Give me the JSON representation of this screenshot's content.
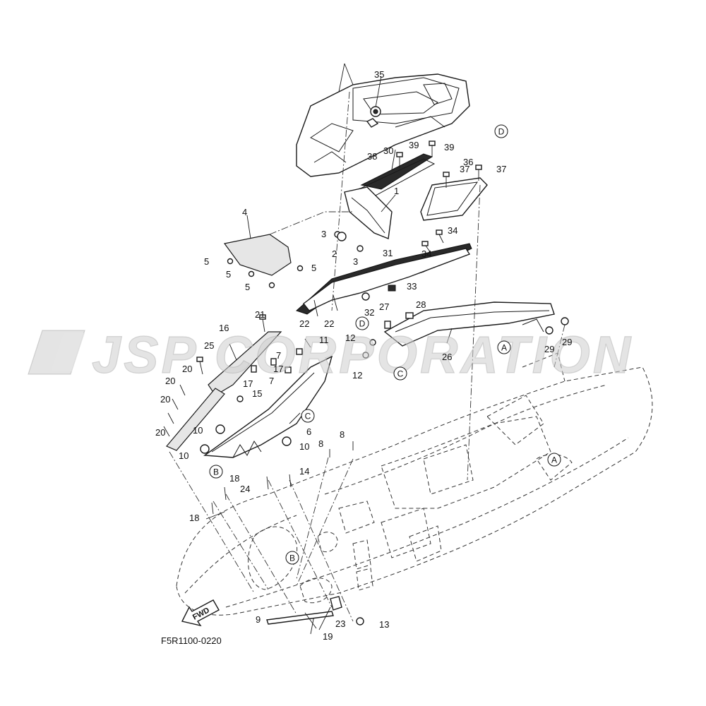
{
  "diagram": {
    "figure_code": "F5R1100-0220",
    "fwd_label": "FWD",
    "watermark_text": "JSP CORPORATION",
    "part_labels": [
      {
        "id": "p35a",
        "text": "35"
      },
      {
        "id": "p30",
        "text": "30"
      },
      {
        "id": "p39a",
        "text": "39"
      },
      {
        "id": "p39b",
        "text": "39"
      },
      {
        "id": "p38",
        "text": "38"
      },
      {
        "id": "p36",
        "text": "36"
      },
      {
        "id": "p37a",
        "text": "37"
      },
      {
        "id": "p37b",
        "text": "37"
      },
      {
        "id": "p1",
        "text": "1"
      },
      {
        "id": "p4",
        "text": "4"
      },
      {
        "id": "p3a",
        "text": "3"
      },
      {
        "id": "p3b",
        "text": "3"
      },
      {
        "id": "p2",
        "text": "2"
      },
      {
        "id": "p34a",
        "text": "34"
      },
      {
        "id": "p34b",
        "text": "34"
      },
      {
        "id": "p31",
        "text": "31"
      },
      {
        "id": "p5a",
        "text": "5"
      },
      {
        "id": "p5b",
        "text": "5"
      },
      {
        "id": "p5c",
        "text": "5"
      },
      {
        "id": "p5d",
        "text": "5"
      },
      {
        "id": "p33",
        "text": "33"
      },
      {
        "id": "p22a",
        "text": "22"
      },
      {
        "id": "p22b",
        "text": "22"
      },
      {
        "id": "p32",
        "text": "32"
      },
      {
        "id": "p27",
        "text": "27"
      },
      {
        "id": "p28",
        "text": "28"
      },
      {
        "id": "p21",
        "text": "21"
      },
      {
        "id": "p16",
        "text": "16"
      },
      {
        "id": "p11",
        "text": "11"
      },
      {
        "id": "p12a",
        "text": "12"
      },
      {
        "id": "p12b",
        "text": "12"
      },
      {
        "id": "p25",
        "text": "25"
      },
      {
        "id": "p7a",
        "text": "7"
      },
      {
        "id": "p7b",
        "text": "7"
      },
      {
        "id": "p17a",
        "text": "17"
      },
      {
        "id": "p17b",
        "text": "17"
      },
      {
        "id": "p26",
        "text": "26"
      },
      {
        "id": "p29a",
        "text": "29"
      },
      {
        "id": "p29b",
        "text": "29"
      },
      {
        "id": "p20a",
        "text": "20"
      },
      {
        "id": "p20b",
        "text": "20"
      },
      {
        "id": "p20c",
        "text": "20"
      },
      {
        "id": "p20d",
        "text": "20"
      },
      {
        "id": "p15",
        "text": "15"
      },
      {
        "id": "p6",
        "text": "6"
      },
      {
        "id": "p10a",
        "text": "10"
      },
      {
        "id": "p10b",
        "text": "10"
      },
      {
        "id": "p10c",
        "text": "10"
      },
      {
        "id": "p8a",
        "text": "8"
      },
      {
        "id": "p8b",
        "text": "8"
      },
      {
        "id": "p18a",
        "text": "18"
      },
      {
        "id": "p18b",
        "text": "18"
      },
      {
        "id": "p14",
        "text": "14"
      },
      {
        "id": "p24",
        "text": "24"
      },
      {
        "id": "p9",
        "text": "9"
      },
      {
        "id": "p23",
        "text": "23"
      },
      {
        "id": "p13",
        "text": "13"
      },
      {
        "id": "p19",
        "text": "19"
      }
    ],
    "reference_markers": [
      {
        "id": "D1",
        "text": "D"
      },
      {
        "id": "D2",
        "text": "D"
      },
      {
        "id": "C1",
        "text": "C"
      },
      {
        "id": "C2",
        "text": "C"
      },
      {
        "id": "A1",
        "text": "A"
      },
      {
        "id": "A2",
        "text": "A"
      },
      {
        "id": "B1",
        "text": "B"
      },
      {
        "id": "B2",
        "text": "B"
      }
    ]
  }
}
